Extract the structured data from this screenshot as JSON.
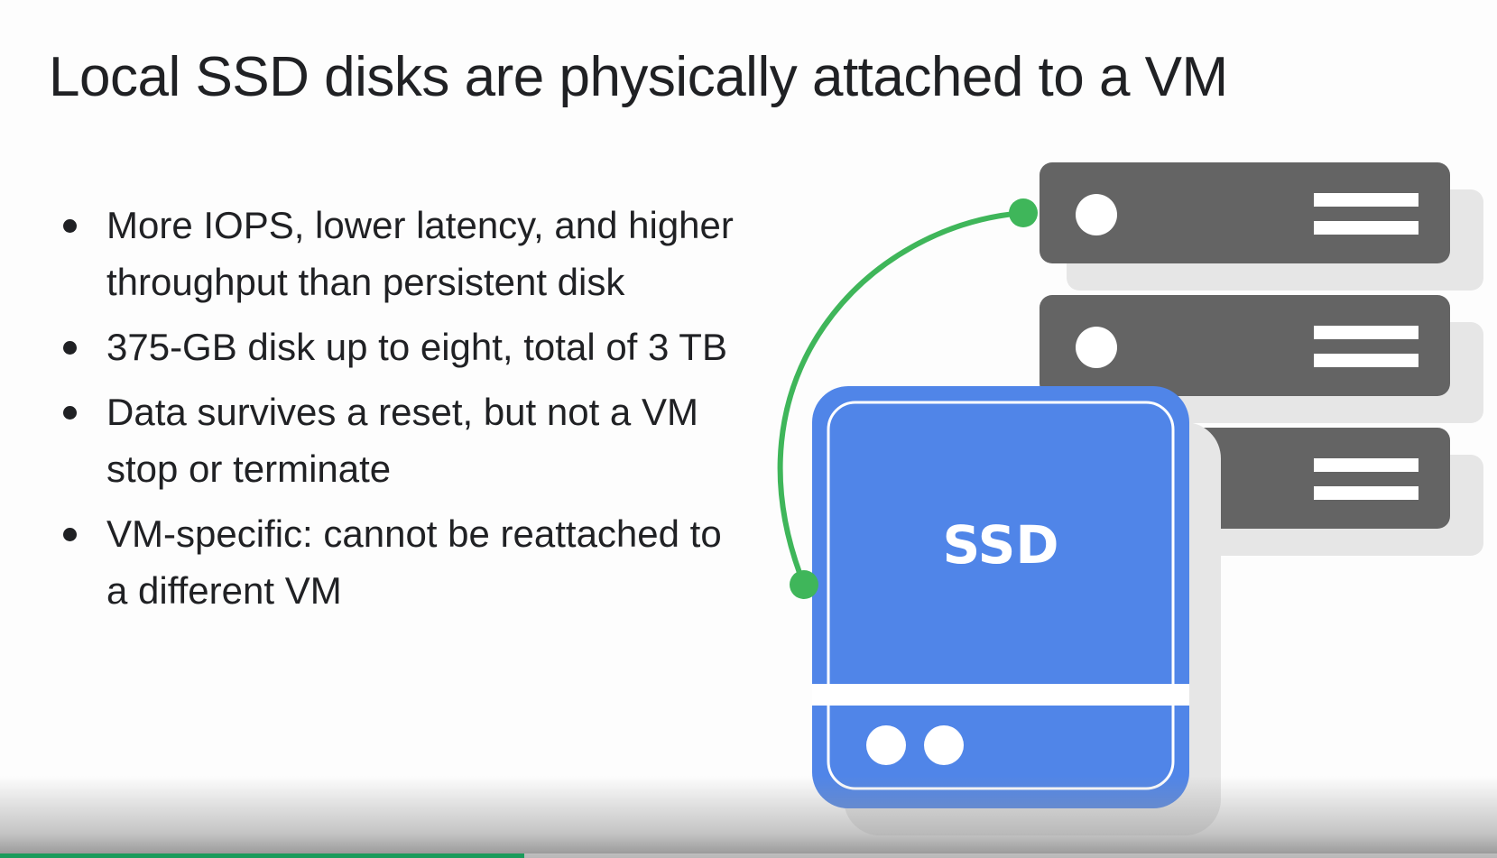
{
  "slide": {
    "title": "Local SSD disks are physically attached to a VM",
    "bullets": [
      "More IOPS, lower latency, and higher throughput than persistent disk",
      "375-GB disk up to eight, total of 3 TB",
      "Data survives a reset, but not a VM stop or terminate",
      "VM-specific: cannot be reattached to a different VM"
    ]
  },
  "illustration": {
    "ssd_label": "SSD",
    "colors": {
      "ssd_blue": "#5085e8",
      "server_gray": "#646464",
      "shadow_gray": "#e6e6e6",
      "connector_green": "#3fb65a"
    },
    "icons": [
      "server-rack-icon",
      "ssd-drive-icon",
      "connector-cable-icon"
    ]
  },
  "player": {
    "progress_fraction": 0.35
  }
}
